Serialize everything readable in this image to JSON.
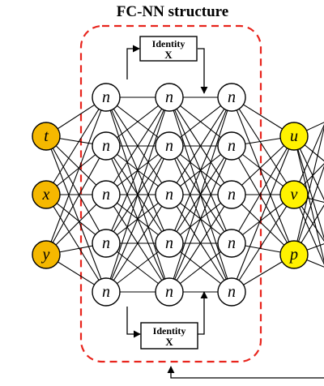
{
  "title": "FC-NN structure",
  "colors": {
    "input_fill": "#F5B800",
    "output_fill": "#FFF200",
    "hidden_fill": "#FFFFFF",
    "boundary": "#E8241C",
    "stroke": "#000000"
  },
  "inputs": [
    "t",
    "x",
    "y"
  ],
  "outputs": [
    "u",
    "v",
    "p"
  ],
  "hidden_layers": [
    [
      "n",
      "n",
      "n",
      "n",
      "n"
    ],
    [
      "n",
      "n",
      "n",
      "n",
      "n"
    ],
    [
      "n",
      "n",
      "n",
      "n",
      "n"
    ]
  ],
  "skip_top": {
    "label": "Identity",
    "sub": "X"
  },
  "skip_bottom": {
    "label": "Identity",
    "sub": "X"
  }
}
